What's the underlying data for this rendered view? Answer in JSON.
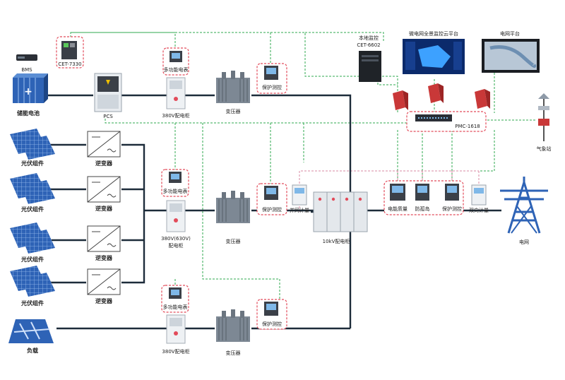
{
  "colors": {
    "comm_line": "#2fa84f",
    "power_line": "#d98aa3",
    "bus_line": "#1d2c3a",
    "device_highlight": "#e24b5a",
    "solar_blue": "#2e63b6"
  },
  "labels": {
    "bms": "BMS",
    "cet7330": "CET-7330",
    "storage": "储能电池",
    "pcs": "PCS",
    "meter1": "多功能电表",
    "meter2": "多功能电表",
    "meter3": "多功能电表",
    "cab1": "380V配电柜",
    "cab2_line1": "380V(630V)",
    "cab2_line2": "配电柜",
    "cab3": "380V配电柜",
    "xfmr1": "变压器",
    "xfmr2": "变压器",
    "xfmr3": "变压器",
    "prot1": "保护测控",
    "prot2": "保护测控",
    "prot3": "保护测控",
    "pv1": "光伏组件",
    "pv2": "光伏组件",
    "pv3": "光伏组件",
    "pv4": "光伏组件",
    "inv1": "逆变器",
    "inv2": "逆变器",
    "inv3": "逆变器",
    "inv4": "逆变器",
    "load": "负载",
    "local_monitor_line1": "本地监控",
    "local_monitor_line2": "CET-6602",
    "cloud_platform": "微电网全景监控云平台",
    "grid_platform": "电网平台",
    "gateway": "PMC-1618",
    "weather": "气象站",
    "grid_meter": "并网计量",
    "kv_cabinet": "10kV配电柜",
    "power_quality": "电能质量",
    "anti_island": "防孤岛",
    "prot4": "保护测控",
    "bidir_meter": "双向计量",
    "grid": "电网"
  }
}
